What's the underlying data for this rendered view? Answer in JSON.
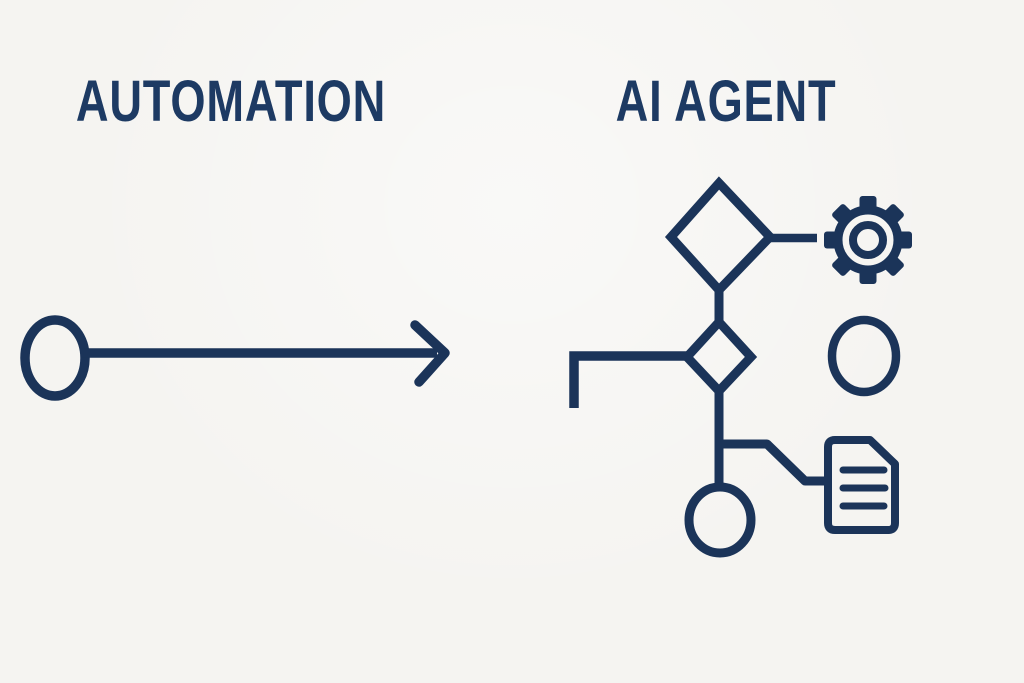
{
  "headings": {
    "automation": "AUTOMATION",
    "ai_agent": "AI AGENT"
  },
  "colors": {
    "background": "#f5f4f1",
    "ink": "#1b3459",
    "heading": "#1d3a63"
  },
  "automation_diagram": {
    "icons": [
      {
        "name": "start-circle-icon",
        "shape": "outlined circle"
      },
      {
        "name": "arrow-right-icon",
        "shape": "long horizontal arrow"
      }
    ]
  },
  "ai_agent_diagram": {
    "icons": [
      {
        "name": "decision-diamond-large-icon",
        "shape": "outlined diamond"
      },
      {
        "name": "gear-icon",
        "shape": "outlined cog with 8 teeth"
      },
      {
        "name": "decision-diamond-small-icon",
        "shape": "outlined diamond"
      },
      {
        "name": "input-elbow-line",
        "shape": "bent connector line"
      },
      {
        "name": "circle-node-icon",
        "shape": "outlined circle"
      },
      {
        "name": "end-circle-icon",
        "shape": "outlined circle"
      },
      {
        "name": "document-icon",
        "shape": "page with folded corner and 3 text lines"
      }
    ]
  }
}
